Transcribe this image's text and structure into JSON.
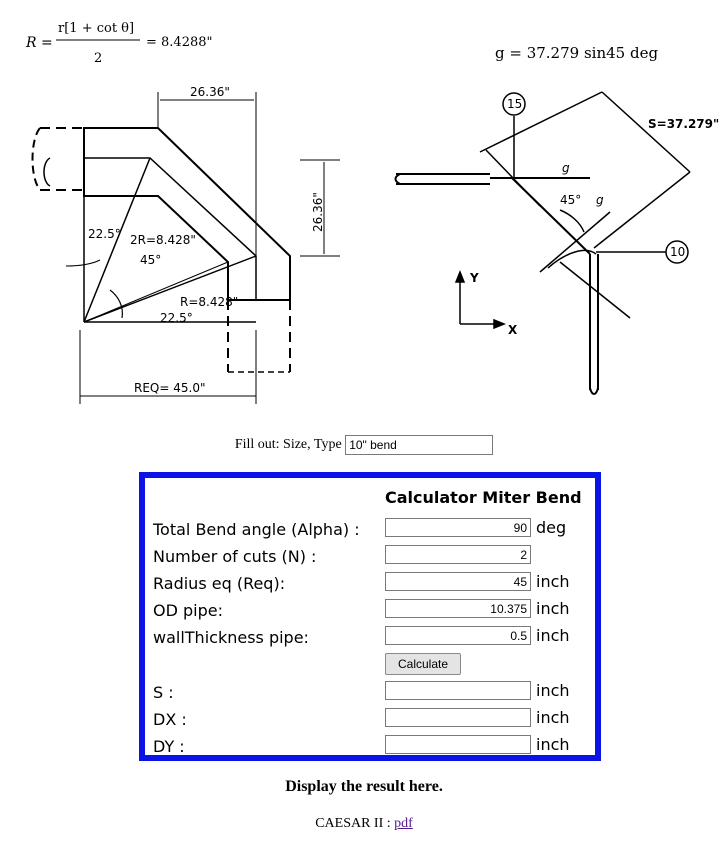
{
  "drawing": {
    "formula_R": "R =",
    "formula_numerator": "r[1 + cot θ]",
    "formula_denominator": "2",
    "formula_result": "= 8.4288\"",
    "formula_g": "g = 37.279 sin45 deg",
    "dim_top": "26.36\"",
    "dim_side": "26.36\"",
    "angle_22_5_upper": "22.5°",
    "label_2R": "2R=8.428\"",
    "angle_45_left": "45°",
    "label_R": "R=8.428\"",
    "angle_22_5_lower": "22.5°",
    "label_req": "REQ= 45.0\"",
    "node_15": "15",
    "node_10": "10",
    "label_S": "S=37.279\"",
    "label_g1": "g",
    "label_g2": "g",
    "angle_45_right": "45°",
    "axis_y": "Y",
    "axis_x": "X"
  },
  "fill_out": {
    "label": "Fill out: Size, Type",
    "value": "10\" bend"
  },
  "calculator": {
    "title": "Calculator Miter Bend",
    "rows": [
      {
        "label": "Total Bend angle (Alpha) :",
        "value": "90",
        "unit": "deg"
      },
      {
        "label": "Number of cuts (N) :",
        "value": "2",
        "unit": ""
      },
      {
        "label": "Radius eq (Req):",
        "value": "45",
        "unit": "inch"
      },
      {
        "label": "OD pipe:",
        "value": "10.375",
        "unit": "inch"
      },
      {
        "label": "wallThickness pipe:",
        "value": "0.5",
        "unit": "inch"
      }
    ],
    "button": "Calculate",
    "outputs": [
      {
        "label": "S :",
        "value": "",
        "unit": "inch"
      },
      {
        "label": "DX :",
        "value": "",
        "unit": "inch"
      },
      {
        "label": "DY :",
        "value": "",
        "unit": "inch"
      }
    ]
  },
  "result_text": "Display the result here.",
  "footer": {
    "prefix": "CAESAR II : ",
    "link": "pdf"
  }
}
